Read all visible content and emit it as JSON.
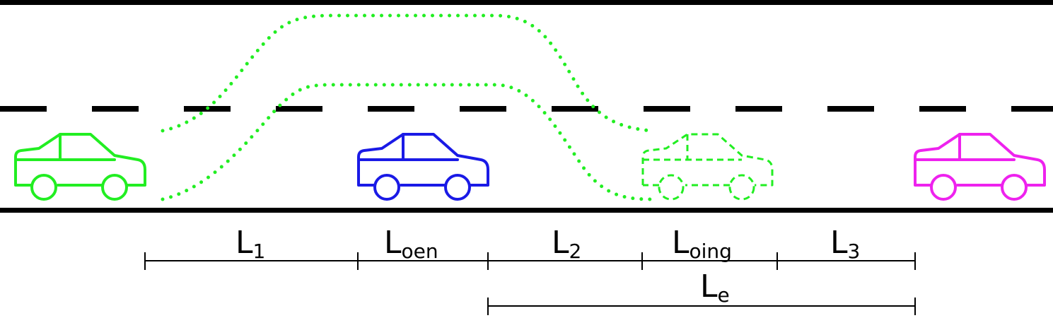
{
  "colors": {
    "ego": "#22ee22",
    "lead": "#1a1ae6",
    "rear": "#ee22ee",
    "road": "#000000"
  },
  "cars": {
    "ego": {
      "name": "green-car",
      "style": "solid"
    },
    "lead": {
      "name": "blue-car",
      "style": "solid"
    },
    "rear": {
      "name": "magenta-car",
      "style": "solid"
    },
    "ghost": {
      "name": "green-car-dashed",
      "style": "dashed"
    }
  },
  "labels": {
    "L1": {
      "base": "L",
      "sub": "1"
    },
    "Loen": {
      "base": "L",
      "sub": "oen"
    },
    "L2": {
      "base": "L",
      "sub": "2"
    },
    "Loing": {
      "base": "L",
      "sub": "oing"
    },
    "L3": {
      "base": "L",
      "sub": "3"
    },
    "Le": {
      "base": "L",
      "sub": "e"
    }
  }
}
